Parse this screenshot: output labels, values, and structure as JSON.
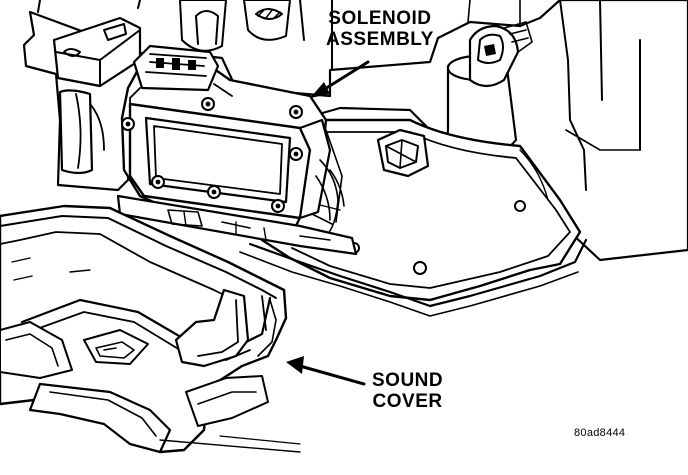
{
  "callouts": {
    "solenoid_assembly": {
      "line1": "SOLENOID",
      "line2": "ASSEMBLY"
    },
    "sound_cover": {
      "line1": "SOUND",
      "line2": "COVER"
    }
  },
  "figure_id": "80ad8444",
  "colors": {
    "ink": "#000000",
    "paper": "#ffffff"
  }
}
